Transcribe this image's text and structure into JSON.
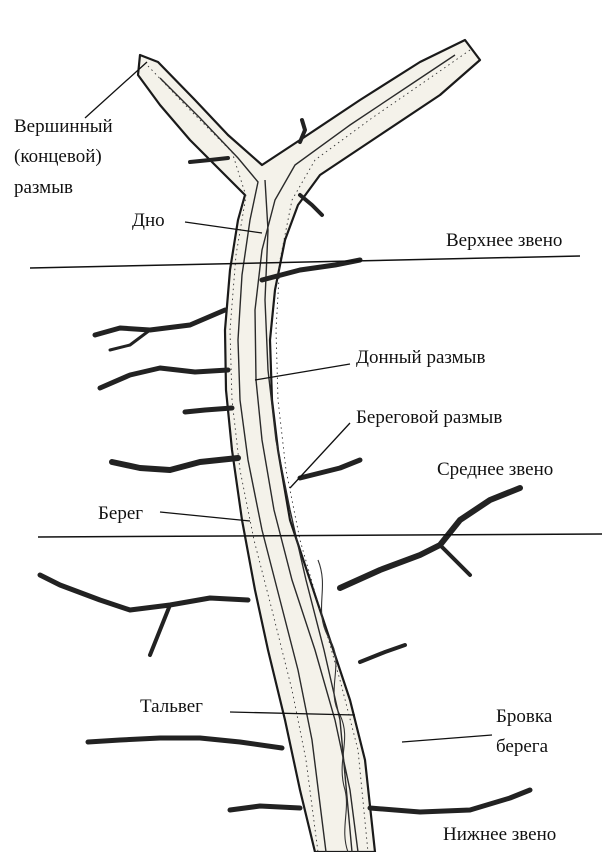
{
  "labels": {
    "head_erosion": [
      "Вершинный",
      "(концевой)",
      "размыв"
    ],
    "bottom": "Дно",
    "upper_reach": "Верхнее звено",
    "bottom_erosion": "Донный размыв",
    "bank_erosion": "Береговой размыв",
    "middle_reach": "Среднее звено",
    "bank": "Берег",
    "thalweg": "Тальвег",
    "bank_edge": [
      "Бровка",
      "берега"
    ],
    "lower_reach": "Нижнее звено"
  }
}
